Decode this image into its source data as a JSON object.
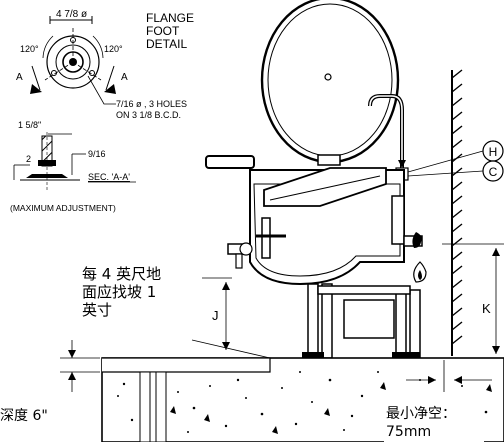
{
  "flange": {
    "title_line1": "FLANGE",
    "title_line2": "FOOT",
    "title_line3": "DETAIL",
    "diameter": "4 7/8 ø",
    "angle_left": "120°",
    "angle_right": "120°",
    "section_left": "A",
    "section_right": "A",
    "holes_line1": "7/16 ø , 3 HOLES",
    "holes_line2": "ON 3 1/8 B.C.D.",
    "dim_one_five_eighths": "1 5/8\"",
    "dim_two": "2",
    "dim_nine_sixteenths": "9/16",
    "section_label": "SEC. 'A-A'",
    "max_adjustment": "(MAXIMUM ADJUSTMENT)"
  },
  "notes": {
    "slope_line1": "每 4 英尺地",
    "slope_line2": "面应找坡 1",
    "slope_line3": "英寸",
    "depth_partial": "深度 6\"",
    "clearance_line1": "最小净空：",
    "clearance_line2": "75mm"
  },
  "callouts": {
    "h": "H",
    "c": "C",
    "j": "J",
    "k": "K"
  }
}
